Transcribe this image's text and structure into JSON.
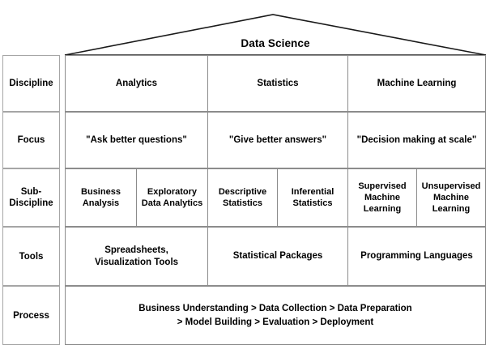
{
  "diagram": {
    "title": "Data Science",
    "roof_color": "#1a1a1a",
    "border_color": "#8c8c8c",
    "label_border_color": "#a6a6a6",
    "text_color": "#000000",
    "background": "#ffffff"
  },
  "rows": [
    {
      "label": "Discipline",
      "cells": [
        {
          "text": "Analytics"
        },
        {
          "text": "Statistics"
        },
        {
          "text": "Machine Learning"
        }
      ]
    },
    {
      "label": "Focus",
      "cells": [
        {
          "text": "\"Ask better questions\""
        },
        {
          "text": "\"Give better answers\""
        },
        {
          "text": "\"Decision making at scale\""
        }
      ]
    },
    {
      "label": "Sub-Discipline",
      "label_line1": "Sub-",
      "label_line2": "Discipline",
      "cells": [
        {
          "line1": "Business",
          "line2": "Analysis",
          "line3": ""
        },
        {
          "line1": "Exploratory",
          "line2": "Data Analytics",
          "line3": ""
        },
        {
          "line1": "Descriptive",
          "line2": "Statistics",
          "line3": ""
        },
        {
          "line1": "Inferential",
          "line2": "Statistics",
          "line3": ""
        },
        {
          "line1": "Supervised",
          "line2": "Machine",
          "line3": "Learning"
        },
        {
          "line1": "Unsupervised",
          "line2": "Machine",
          "line3": "Learning"
        }
      ]
    },
    {
      "label": "Tools",
      "cells": [
        {
          "line1": "Spreadsheets,",
          "line2": "Visualization Tools"
        },
        {
          "line1": "Statistical Packages",
          "line2": ""
        },
        {
          "line1": "Programming Languages",
          "line2": ""
        }
      ]
    },
    {
      "label": "Process",
      "cells": [
        {
          "line1": "Business Understanding > Data Collection > Data Preparation",
          "line2": "> Model Building > Evaluation > Deployment"
        }
      ]
    }
  ]
}
